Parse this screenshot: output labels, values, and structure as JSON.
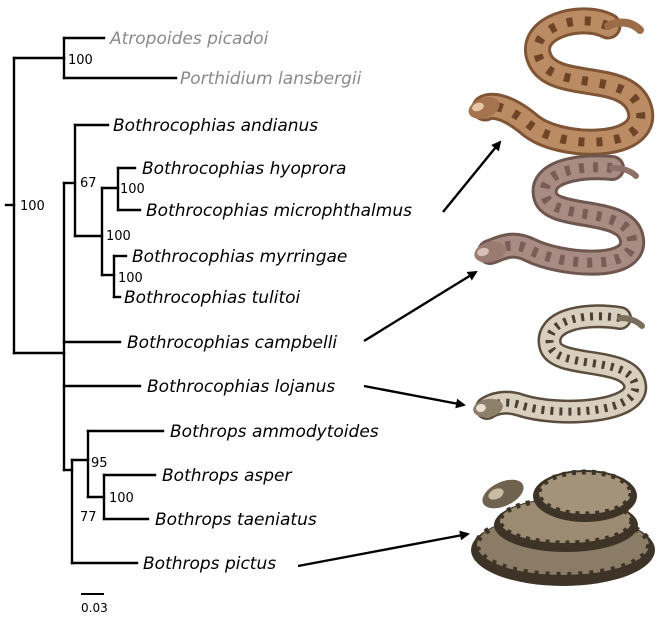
{
  "tree": {
    "taxa": [
      {
        "id": "t1",
        "label": "Atropoides picadoi",
        "color": "#8a8a8a"
      },
      {
        "id": "t2",
        "label": "Porthidium lansbergii",
        "color": "#8a8a8a"
      },
      {
        "id": "t3",
        "label": "Bothrocophias andianus",
        "color": "#000000"
      },
      {
        "id": "t4",
        "label": "Bothrocophias hyoprora",
        "color": "#000000"
      },
      {
        "id": "t5",
        "label": "Bothrocophias microphthalmus",
        "color": "#000000"
      },
      {
        "id": "t6",
        "label": "Bothrocophias myrringae",
        "color": "#000000"
      },
      {
        "id": "t7",
        "label": "Bothrocophias tulitoi",
        "color": "#000000"
      },
      {
        "id": "t8",
        "label": "Bothrocophias campbelli",
        "color": "#000000"
      },
      {
        "id": "t9",
        "label": "Bothrocophias lojanus",
        "color": "#000000"
      },
      {
        "id": "t10",
        "label": "Bothrops ammodytoides",
        "color": "#000000"
      },
      {
        "id": "t11",
        "label": "Bothrops asper",
        "color": "#000000"
      },
      {
        "id": "t12",
        "label": "Bothrops taeniatus",
        "color": "#000000"
      },
      {
        "id": "t13",
        "label": "Bothrops pictus",
        "color": "#000000"
      }
    ],
    "supports": {
      "root": "100",
      "outgroup": "100",
      "andianus_clade": "67",
      "hyoprora_pair": "100",
      "hyoprora_myrringae": "100",
      "myrringae_pair": "100",
      "bothrops_core": "95",
      "asper_pair": "100",
      "bothrops_all": "77"
    },
    "scale_bar": "0.03"
  },
  "illustrations": [
    {
      "name": "snake-illustration-1",
      "pattern": "copper-diamond",
      "colors": [
        "#b98a64",
        "#8a5a3a",
        "#e8c9a6"
      ]
    },
    {
      "name": "snake-illustration-2",
      "pattern": "mauve-blotched",
      "colors": [
        "#a88c84",
        "#7a5d57",
        "#dcc6bf"
      ]
    },
    {
      "name": "snake-illustration-3",
      "pattern": "grey-spotted",
      "colors": [
        "#d7cdbc",
        "#5a4d3d",
        "#efe8dc"
      ]
    },
    {
      "name": "snake-illustration-4",
      "pattern": "dark-coiled",
      "colors": [
        "#8a7c66",
        "#3d3427",
        "#c9bca4"
      ]
    }
  ]
}
